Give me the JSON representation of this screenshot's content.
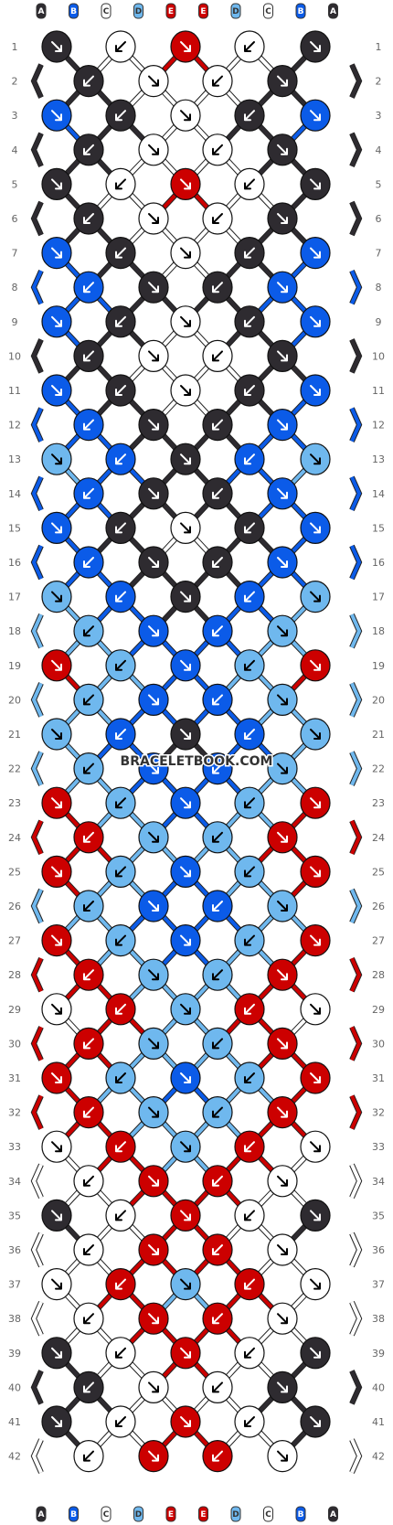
{
  "colors": {
    "A": "#2e2b30",
    "B": "#0b5be8",
    "C": "#ffffff",
    "D": "#6fb8ee",
    "E": "#cc0000"
  },
  "strings": [
    "A",
    "B",
    "C",
    "D",
    "E",
    "E",
    "D",
    "C",
    "B",
    "A"
  ],
  "row_count": 42,
  "watermark": "BRACELETBOOK.COM",
  "pattern_rows": [
    [
      "A",
      "C",
      "E",
      "C",
      "A"
    ],
    [
      "A",
      "C",
      "C",
      "A"
    ],
    [
      "B",
      "A",
      "C",
      "A",
      "B"
    ],
    [
      "A",
      "C",
      "C",
      "A"
    ],
    [
      "A",
      "C",
      "E",
      "C",
      "A"
    ],
    [
      "A",
      "C",
      "C",
      "A"
    ],
    [
      "B",
      "A",
      "C",
      "A",
      "B"
    ],
    [
      "B",
      "A",
      "A",
      "B"
    ],
    [
      "B",
      "A",
      "C",
      "A",
      "B"
    ],
    [
      "A",
      "C",
      "C",
      "A"
    ],
    [
      "B",
      "A",
      "C",
      "A",
      "B"
    ],
    [
      "B",
      "A",
      "A",
      "B"
    ],
    [
      "D",
      "B",
      "A",
      "B",
      "D"
    ],
    [
      "B",
      "A",
      "A",
      "B"
    ],
    [
      "B",
      "A",
      "C",
      "A",
      "B"
    ],
    [
      "B",
      "A",
      "A",
      "B"
    ],
    [
      "D",
      "B",
      "A",
      "B",
      "D"
    ],
    [
      "D",
      "B",
      "B",
      "D"
    ],
    [
      "E",
      "D",
      "B",
      "D",
      "E"
    ],
    [
      "D",
      "B",
      "B",
      "D"
    ],
    [
      "D",
      "B",
      "A",
      "B",
      "D"
    ],
    [
      "D",
      "B",
      "B",
      "D"
    ],
    [
      "E",
      "D",
      "B",
      "D",
      "E"
    ],
    [
      "E",
      "D",
      "D",
      "E"
    ],
    [
      "E",
      "D",
      "B",
      "D",
      "E"
    ],
    [
      "D",
      "B",
      "B",
      "D"
    ],
    [
      "E",
      "D",
      "B",
      "D",
      "E"
    ],
    [
      "E",
      "D",
      "D",
      "E"
    ],
    [
      "C",
      "E",
      "D",
      "E",
      "C"
    ],
    [
      "E",
      "D",
      "D",
      "E"
    ],
    [
      "E",
      "D",
      "B",
      "D",
      "E"
    ],
    [
      "E",
      "D",
      "D",
      "E"
    ],
    [
      "C",
      "E",
      "D",
      "E",
      "C"
    ],
    [
      "C",
      "E",
      "E",
      "C"
    ],
    [
      "A",
      "C",
      "E",
      "C",
      "A"
    ],
    [
      "C",
      "E",
      "E",
      "C"
    ],
    [
      "C",
      "E",
      "D",
      "E",
      "C"
    ],
    [
      "C",
      "E",
      "E",
      "C"
    ],
    [
      "A",
      "C",
      "E",
      "C",
      "A"
    ],
    [
      "A",
      "C",
      "C",
      "A"
    ],
    [
      "A",
      "C",
      "E",
      "C",
      "A"
    ],
    [
      "C",
      "E",
      "E",
      "C"
    ]
  ]
}
